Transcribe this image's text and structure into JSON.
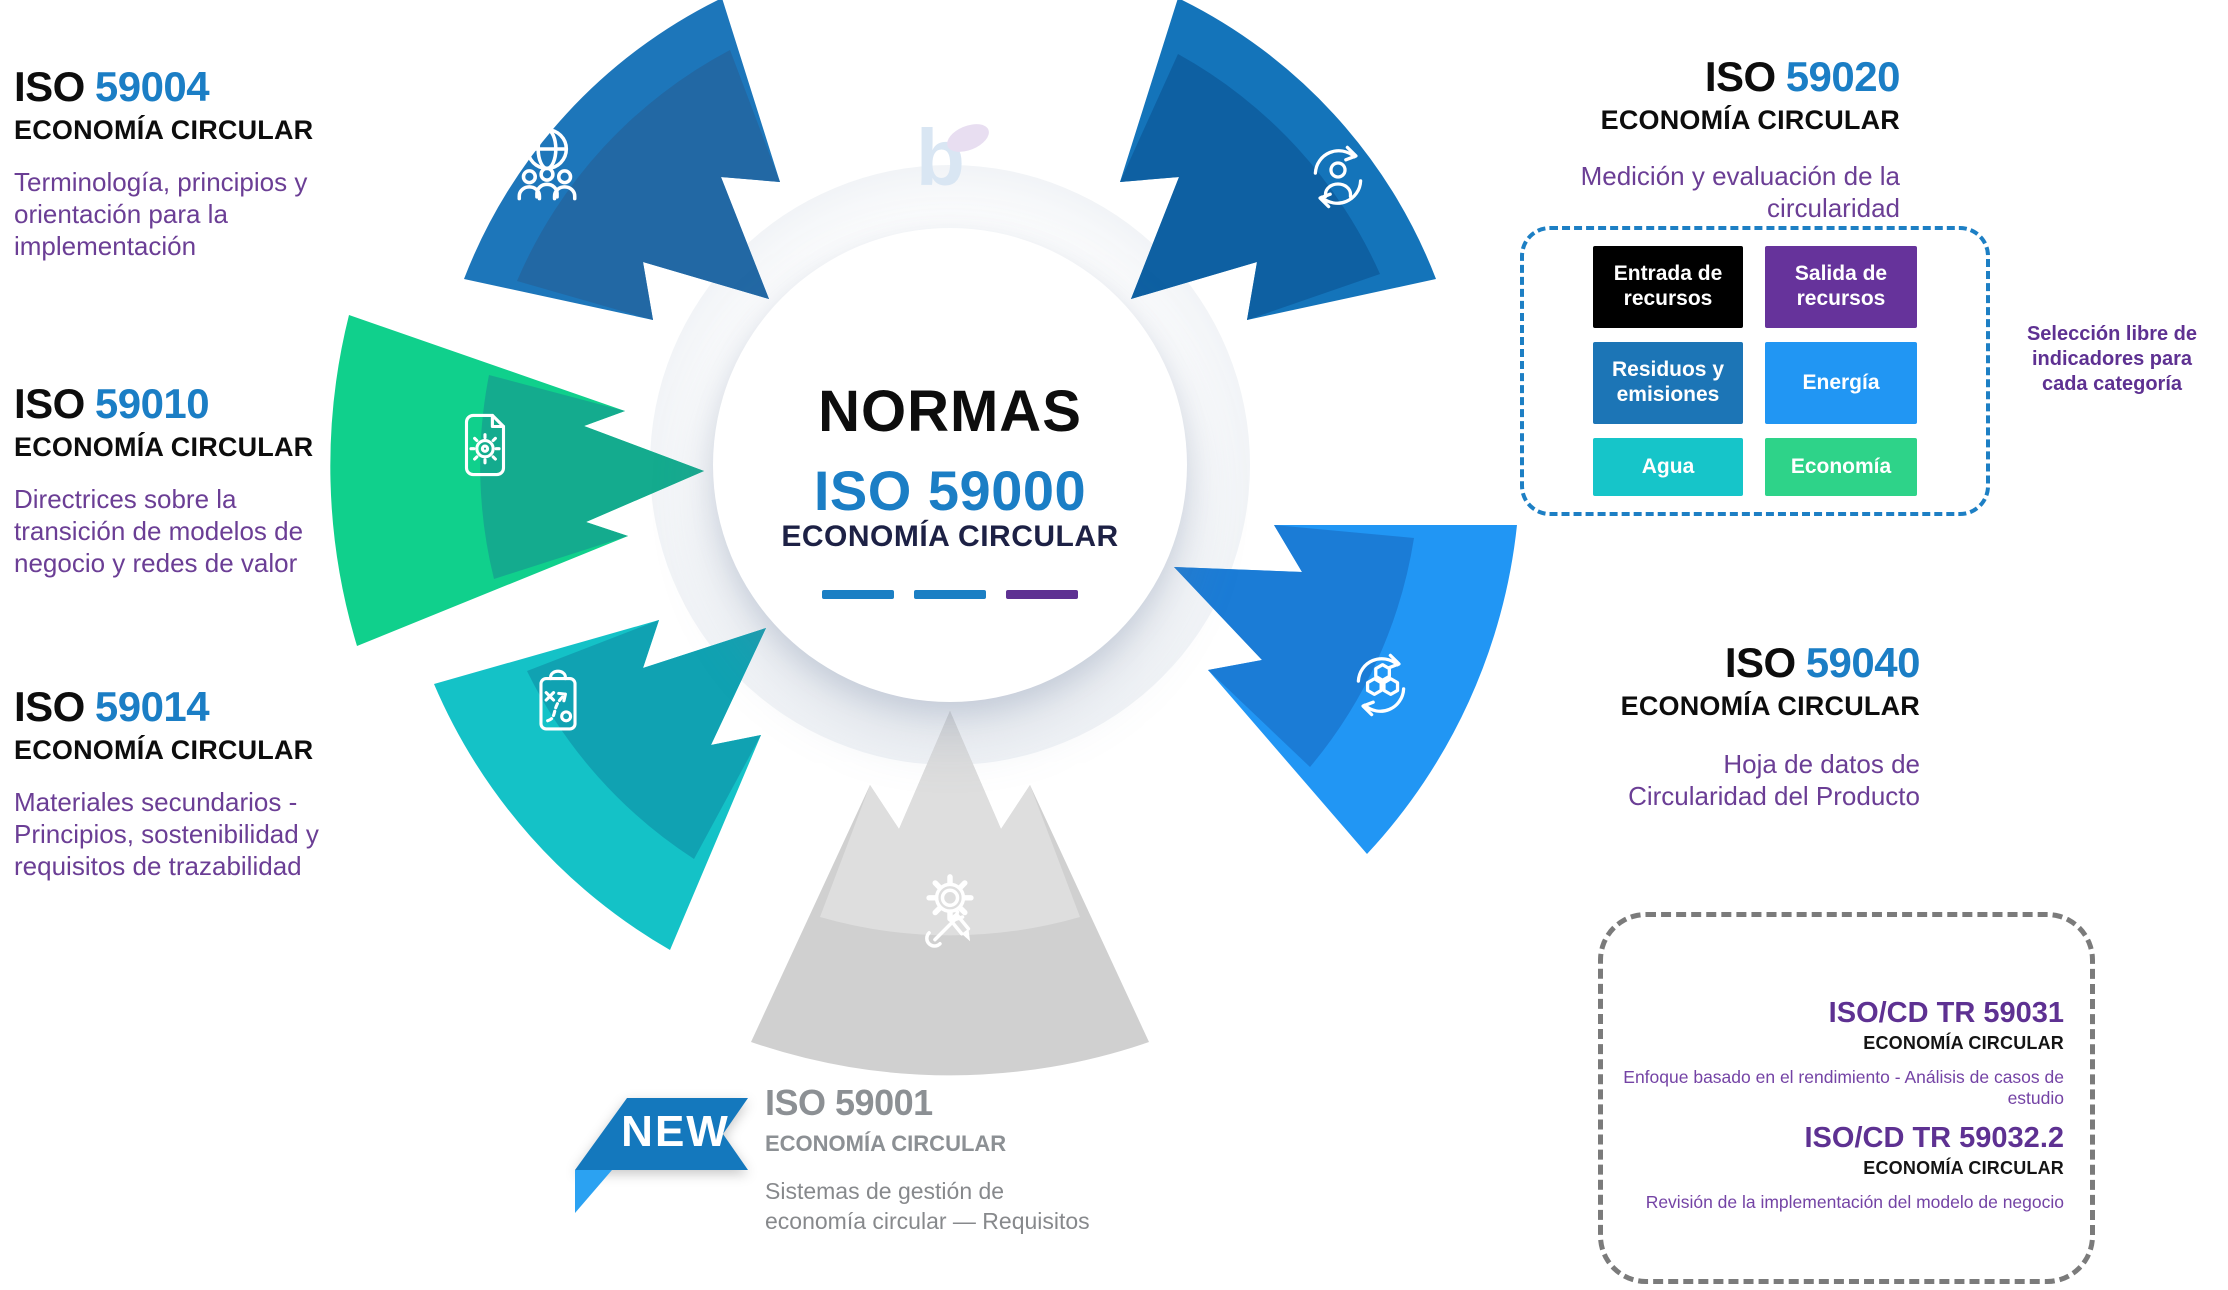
{
  "watermark": {
    "letter": "b"
  },
  "center": {
    "kicker": "NORMAS",
    "code": "ISO 59000",
    "category": "ECONOMÍA CIRCULAR",
    "dash_colors": [
      "#1b7fc4",
      "#1b7fc4",
      "#5e3192"
    ]
  },
  "wedges": [
    {
      "id": "top-left",
      "icon": "globe-community-icon",
      "main": "#1d76ba",
      "shade": "#2268a4"
    },
    {
      "id": "left",
      "icon": "document-gear-icon",
      "main": "#10d08c",
      "shade": "#14ab8e"
    },
    {
      "id": "bottom-left",
      "icon": "strategy-clipboard-icon",
      "main": "#14c2c7",
      "shade": "#10a2b2"
    },
    {
      "id": "top-right",
      "icon": "user-cycle-icon",
      "main": "#1474ba",
      "shade": "#0e60a2"
    },
    {
      "id": "right",
      "icon": "molecule-cycle-icon",
      "main": "#2196f4",
      "shade": "#1b7cd6"
    },
    {
      "id": "bottom",
      "icon": "gear-tools-icon",
      "main": "#d0d0d0",
      "shade": "#dedede"
    }
  ],
  "left_standards": [
    {
      "prefix": "ISO",
      "number": "59004",
      "category": "ECONOMÍA CIRCULAR",
      "description": "Terminología, principios  y\norientación para la\nimplementación"
    },
    {
      "prefix": "ISO",
      "number": "59010",
      "category": "ECONOMÍA CIRCULAR",
      "description": "Directrices sobre la\ntransición de modelos de\nnegocio y redes de valor"
    },
    {
      "prefix": "ISO",
      "number": "59014",
      "category": "ECONOMÍA CIRCULAR",
      "description": "Materiales secundarios -\nPrincipios, sostenibilidad y\nrequisitos de trazabilidad"
    }
  ],
  "right_top": {
    "prefix": "ISO",
    "number": "59020",
    "category": "ECONOMÍA CIRCULAR",
    "description": "Medición y evaluación de la\ncircularidad"
  },
  "indicators": {
    "chips": [
      {
        "label": "Entrada de\nrecursos",
        "color": "#000000"
      },
      {
        "label": "Salida de\nrecursos",
        "color": "#66339b"
      },
      {
        "label": "Residuos y\nemisiones",
        "color": "#1c75b6"
      },
      {
        "label": "Energía",
        "color": "#2196f3"
      },
      {
        "label": "Agua",
        "color": "#16c5c9"
      },
      {
        "label": "Economía",
        "color": "#2ed389"
      }
    ],
    "note": "Selección libre de\nindicadores para\ncada categoría"
  },
  "right_mid": {
    "prefix": "ISO",
    "number": "59040",
    "category": "ECONOMÍA CIRCULAR",
    "description": "Hoja de datos de\nCircularidad del Producto"
  },
  "draft_box": {
    "items": [
      {
        "code": "ISO/CD TR 59031",
        "category": "ECONOMÍA CIRCULAR",
        "description": "Enfoque basado en el rendimiento - Análisis de casos de estudio"
      },
      {
        "code": "ISO/CD TR 59032.2",
        "category": "ECONOMÍA CIRCULAR",
        "description": "Revisión de la implementación del modelo de negocio"
      }
    ]
  },
  "new_standard": {
    "badge": "NEW",
    "prefix": "ISO",
    "number": "59001",
    "category": "ECONOMÍA CIRCULAR",
    "description": "Sistemas de gestión de\neconomía circular — Requisitos",
    "ribbon_color": "#1478bd",
    "fold_color": "#2ba2f2"
  }
}
